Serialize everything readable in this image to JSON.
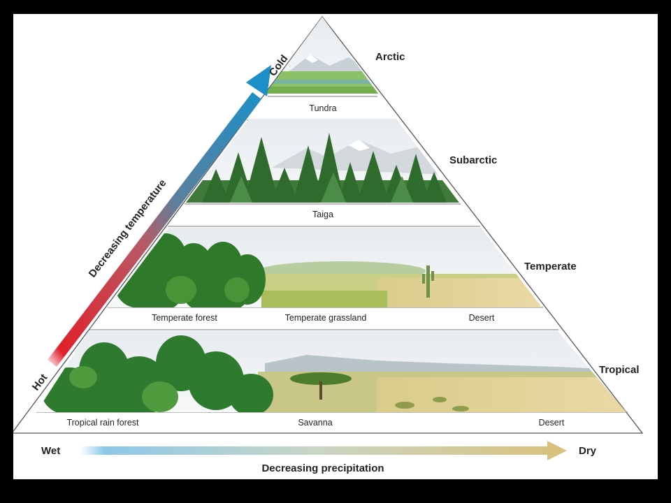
{
  "levels": {
    "arctic": "Arctic",
    "subarctic": "Subarctic",
    "temperate": "Temperate",
    "tropical": "Tropical"
  },
  "biomes": {
    "tundra": "Tundra",
    "taiga": "Taiga",
    "temperate_forest": "Temperate forest",
    "temperate_grassland": "Temperate grassland",
    "temperate_desert": "Desert",
    "tropical_rain_forest": "Tropical rain forest",
    "savanna": "Savanna",
    "tropical_desert": "Desert"
  },
  "temperature_axis": {
    "low_end": "Hot",
    "high_end": "Cold",
    "title": "Decreasing temperature",
    "gradient_colors": [
      "#e0202a",
      "#1c8fc8"
    ]
  },
  "precipitation_axis": {
    "low_end": "Wet",
    "high_end": "Dry",
    "title": "Decreasing precipitation",
    "gradient_colors": [
      "#8cc8ea",
      "#d9c27f"
    ]
  }
}
